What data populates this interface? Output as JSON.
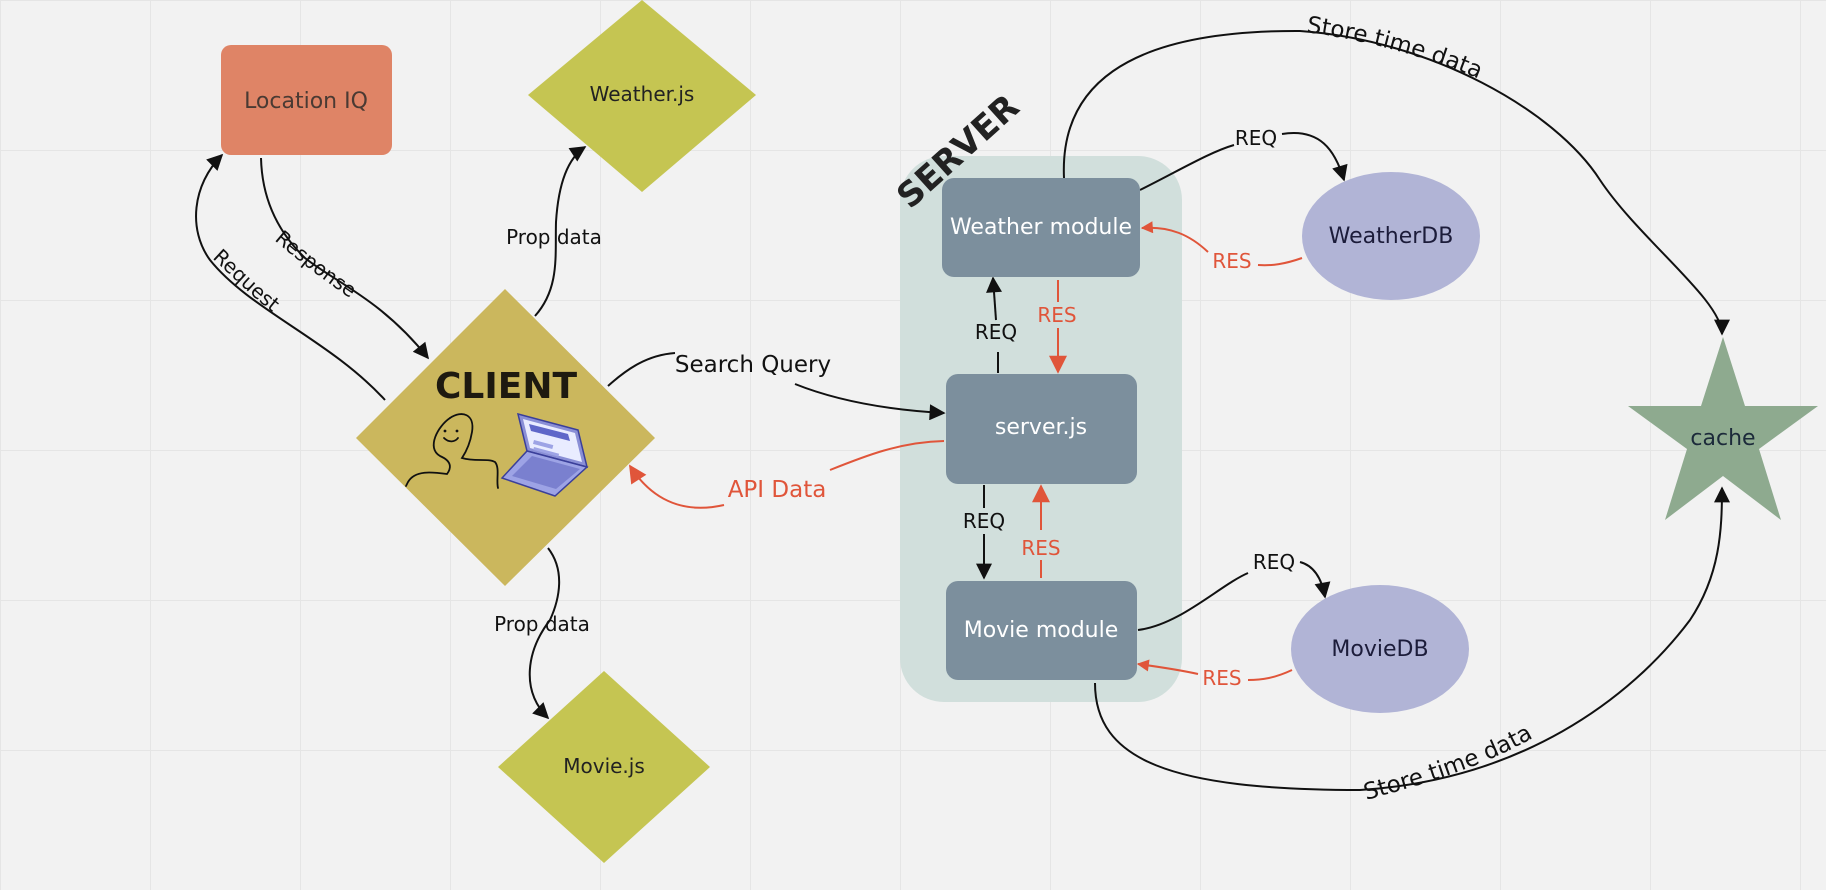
{
  "colors": {
    "location_iq": "#df8466",
    "weather_js": "#c5c552",
    "movie_js": "#c5c552",
    "client": "#cbb75d",
    "server_panel": "#d1dfdc",
    "module": "#7c8f9d",
    "database": "#b1b4d6",
    "cache": "#8eaa8f",
    "arrow_black": "#111111",
    "arrow_red": "#e0553a"
  },
  "nodes": {
    "location_iq": "Location IQ",
    "weather_js": "Weather.js",
    "movie_js": "Movie.js",
    "client": "CLIENT",
    "server": "SERVER",
    "weather_module": "Weather module",
    "server_js": "server.js",
    "movie_module": "Movie module",
    "weather_db": "WeatherDB",
    "movie_db": "MovieDB",
    "cache": "cache"
  },
  "edges": {
    "request": "Request",
    "response": "Response",
    "prop_data_weather": "Prop data",
    "prop_data_movie": "Prop data",
    "search_query": "Search Query",
    "api_data": "API Data",
    "req_server_weather": "REQ",
    "res_weather_server": "RES",
    "req_server_movie": "REQ",
    "res_movie_server": "RES",
    "req_weather_db": "REQ",
    "res_weather_db": "RES",
    "req_movie_db": "REQ",
    "res_movie_db": "RES",
    "store_time_top": "Store time data",
    "store_time_bottom": "Store time data"
  }
}
